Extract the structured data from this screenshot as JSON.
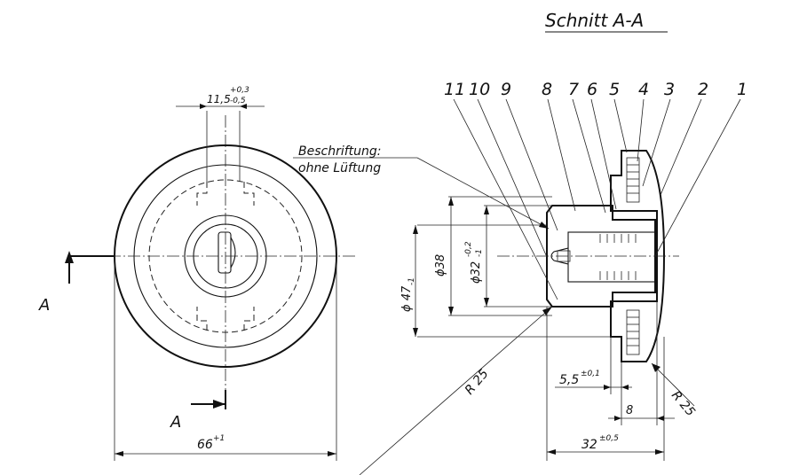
{
  "section_title": "Schnitt A-A",
  "labels": {
    "beschriftung_1": "Beschriftung:",
    "beschriftung_2": "ohne Lüftung",
    "section_mark": "A"
  },
  "part_numbers": [
    "11",
    "10",
    "9",
    "8",
    "7",
    "6",
    "5",
    "4",
    "3",
    "2",
    "1"
  ],
  "dimensions": {
    "width_top_base": "11,5",
    "width_top_tol_upper": "+0,3",
    "width_top_tol_lower": "-0,5",
    "diameter_66_base": "66",
    "diameter_66_tol": "+1",
    "d47_base": "ϕ 47",
    "d47_tol": "-1",
    "d38": "ϕ38",
    "d32_base": "ϕ32",
    "d32_tol_upper": "-0,2",
    "d32_tol_lower": "-1",
    "r25_left": "R 25",
    "r25_right": "R 25",
    "dim_5_5_base": "5,5",
    "dim_5_5_tol": "±0,1",
    "dim_8": "8",
    "dim_32_base": "32",
    "dim_32_tol": "±0,5"
  }
}
